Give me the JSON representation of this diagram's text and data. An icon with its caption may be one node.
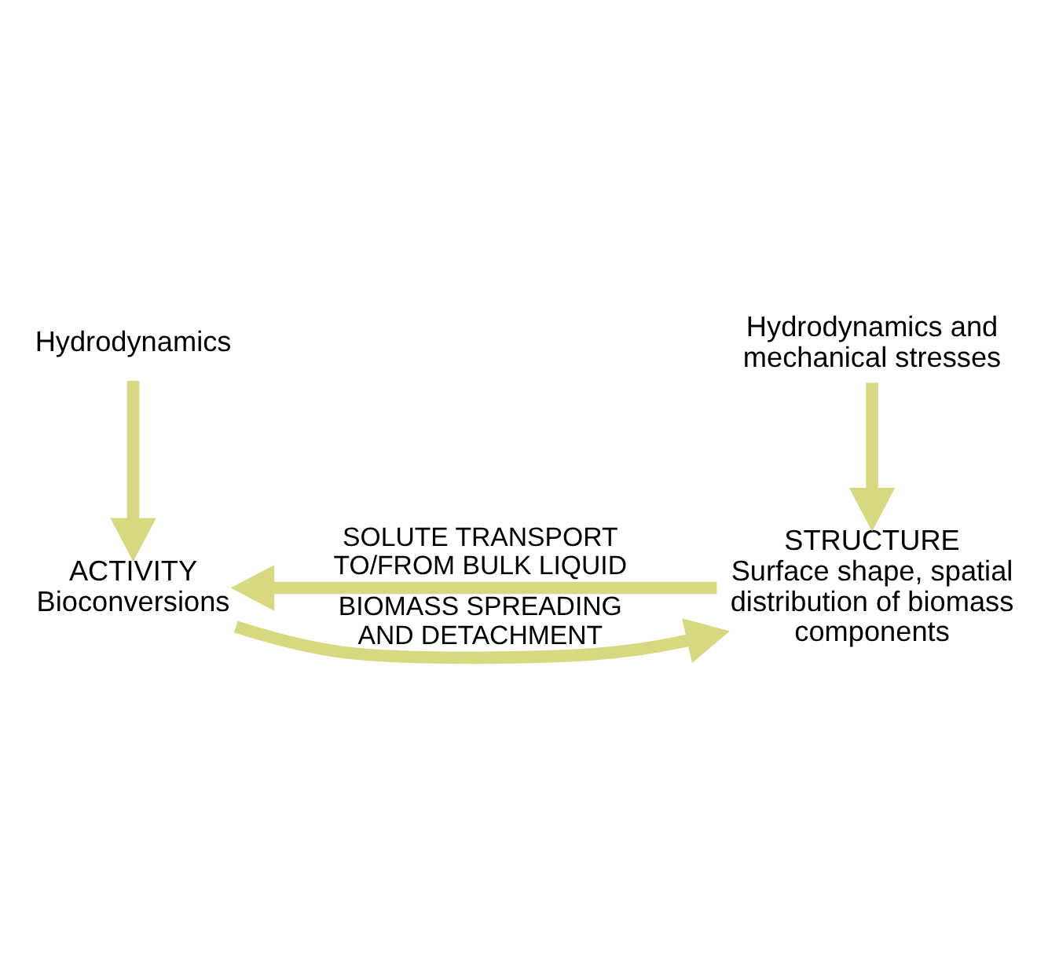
{
  "diagram": {
    "nodes": [
      {
        "text": [
          "Hydrodynamics"
        ]
      },
      {
        "text": [
          "STRUCTURE",
          "Surface shape, spatial distribution of biomass components"
        ]
      },
      {
        "text": [
          "ACTIVITY",
          "Bioconversions"
        ]
      },
      {
        "text": [
          "Hydrodynamics and mechanical stresses"
        ]
      }
    ],
    "edges": [
      {
        "from": 1,
        "to": 2,
        "arrow": "to",
        "label": "SOLUTE TRANSPORT TO/FROM BULK LIQUID"
      },
      {
        "from": 0,
        "to": 2,
        "arrow": "to"
      },
      {
        "from": 2,
        "to": 1,
        "arrow": "to",
        "label": "BIOMASS SPREADING AND DETACHMENT"
      },
      {
        "from": 3,
        "to": 1,
        "arrow": "to"
      }
    ]
  }
}
